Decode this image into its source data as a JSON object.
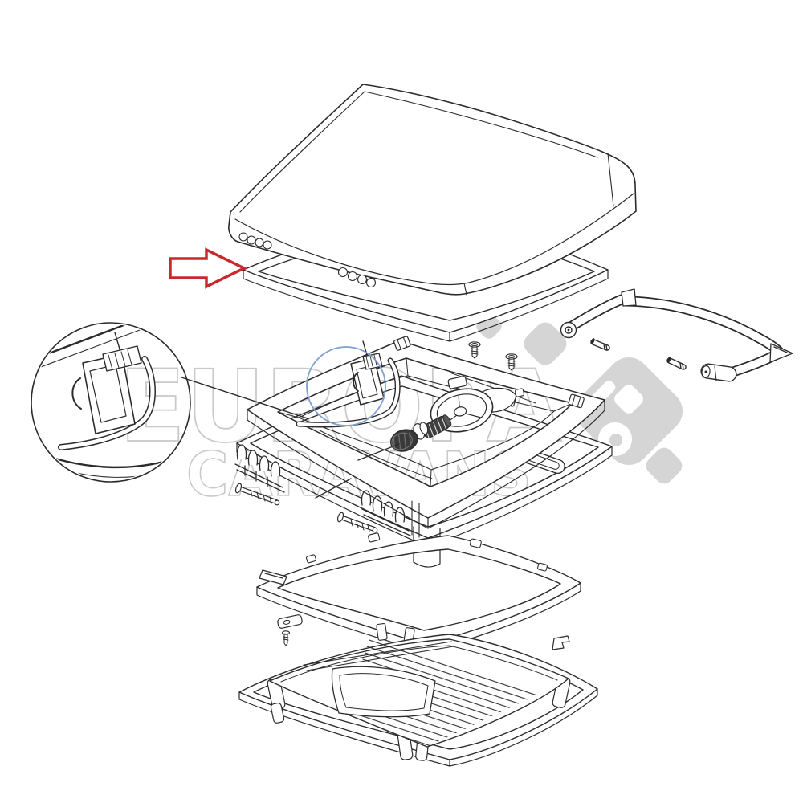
{
  "watermark": {
    "line1": "EUROPA",
    "line2": "CARAVANS",
    "text_outline_color": "#c9c9c9",
    "logo_color": "#d5d5d5"
  },
  "annotations": {
    "line_color": "#2b2b2b",
    "arrow_color": "#c8282e",
    "highlight_circle_color": "#7e9fd0"
  },
  "parts": [
    "dome-lid",
    "seal-ring",
    "winder-arm",
    "mounting-frame",
    "crank-wheel",
    "worm-gear",
    "locking-knob",
    "frame-clip",
    "detail-callout",
    "garnish-frame",
    "flyscreen-panel",
    "ceiling-trim-ring",
    "screws-and-pins"
  ]
}
